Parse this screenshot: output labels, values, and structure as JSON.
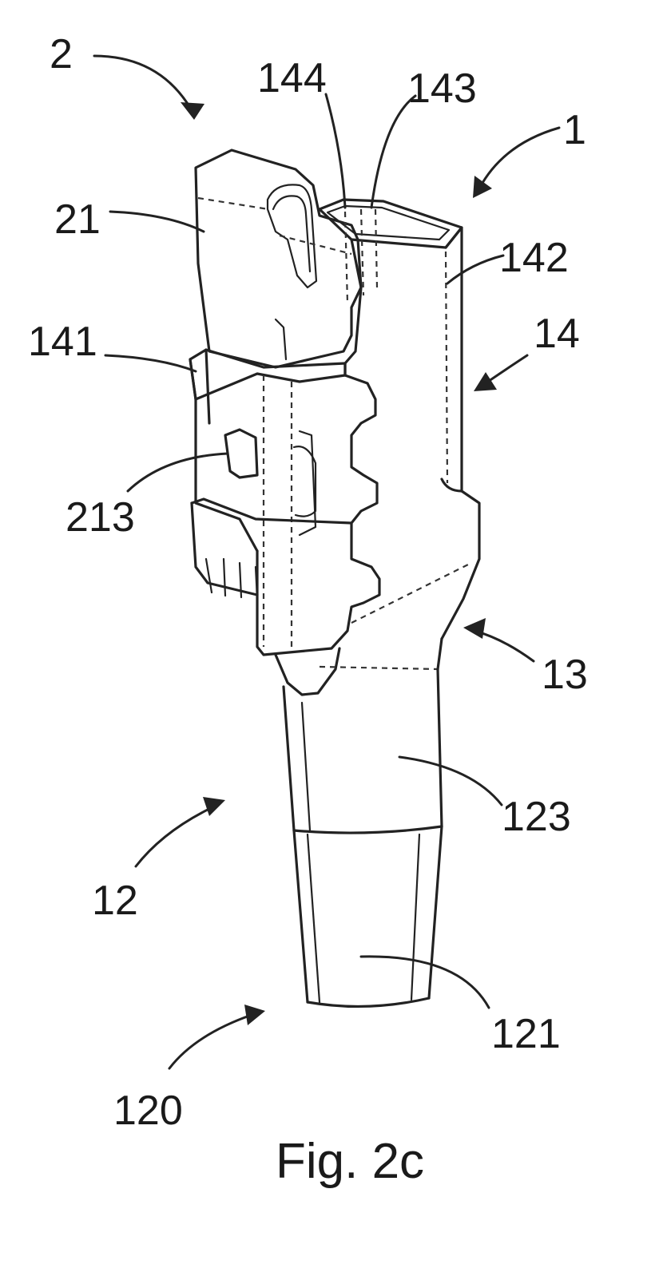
{
  "figure": {
    "caption": "Fig. 2c",
    "labels": {
      "l2": "2",
      "l1": "1",
      "l144": "144",
      "l143": "143",
      "l21": "21",
      "l142": "142",
      "l141": "141",
      "l14": "14",
      "l213": "213",
      "l13": "13",
      "l123": "123",
      "l12": "12",
      "l121": "121",
      "l120": "120"
    }
  }
}
